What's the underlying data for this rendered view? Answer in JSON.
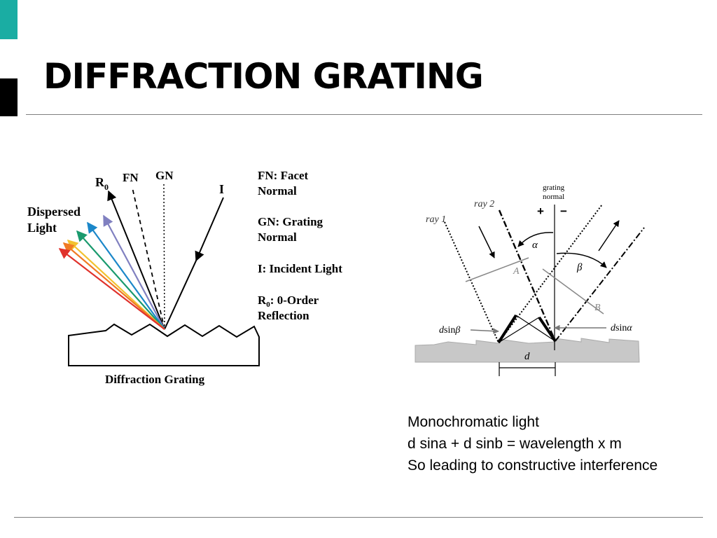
{
  "slide": {
    "title": "DIFFRACTION GRATING",
    "accent_color": "#1aada3"
  },
  "figure_left": {
    "labels": {
      "r0_base": "R",
      "r0_sub": "0",
      "fn": "FN",
      "gn": "GN",
      "incident": "I",
      "dispersed_line1": "Dispersed",
      "dispersed_line2": "Light",
      "caption": "Diffraction Grating"
    },
    "legend": [
      {
        "line1": "FN: Facet",
        "line2": "Normal"
      },
      {
        "line1": "GN: Grating",
        "line2": "Normal"
      },
      {
        "line1": "I: Incident Light"
      },
      {
        "line1_base": "R",
        "line1_sub": "0",
        "line1_rest": ": 0-Order",
        "line2": "Reflection"
      }
    ],
    "ray_colors": [
      "#8080c0",
      "#1b87c9",
      "#1a9a6e",
      "#f2c230",
      "#f07a24",
      "#e0322c"
    ]
  },
  "figure_right": {
    "labels": {
      "grating_line1": "grating",
      "grating_line2": "normal",
      "plus": "+",
      "minus": "−",
      "ray1": "ray 1",
      "ray2": "ray 2",
      "alpha": "α",
      "beta": "β",
      "a": "A",
      "b": "B",
      "dsinb_prefix": "d",
      "dsinb_fn": "sin",
      "dsinb_sym": "β",
      "dsina_prefix": "d",
      "dsina_fn": "sin",
      "dsina_sym": "α",
      "d": "d"
    }
  },
  "caption": {
    "line1": "Monochromatic light",
    "line2": "d sina + d sinb = wavelength x m",
    "line3": "So leading to constructive interference"
  }
}
